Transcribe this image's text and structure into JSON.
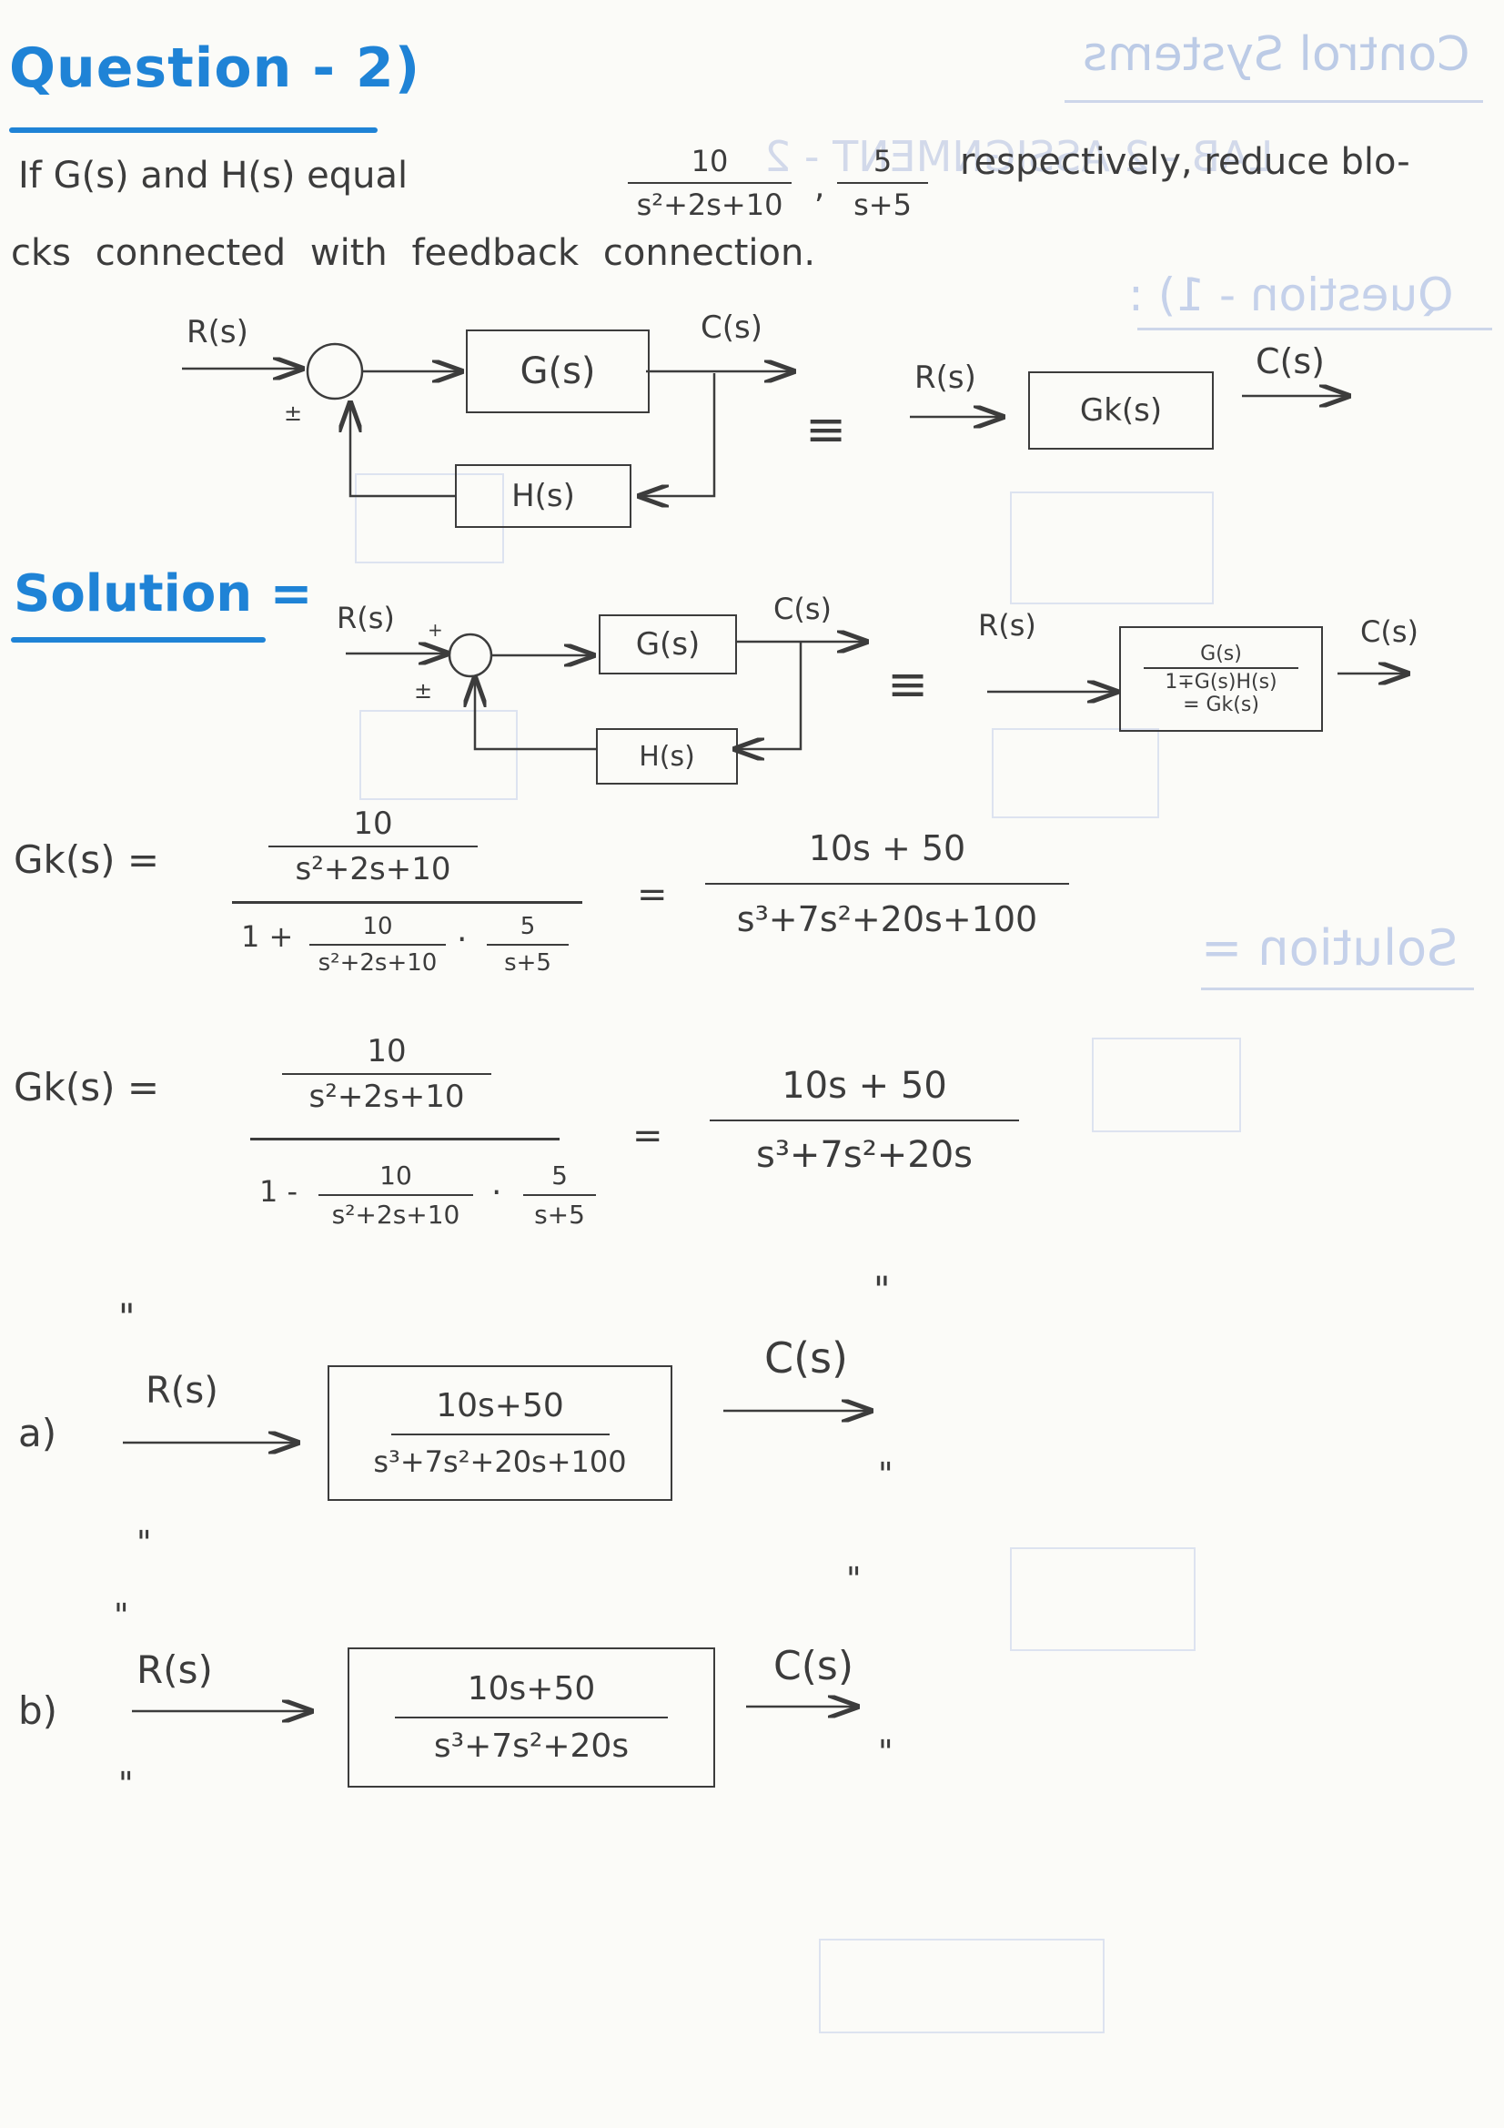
{
  "header": {
    "course_ghost": "Control Systems",
    "ghost_mirror_1": "LAB - 2 ASSIGNMENT - 2",
    "ghost_mirror_2": "Question - 1) :",
    "ghost_mirror_3": "Solution ="
  },
  "question": {
    "title": "Question - 2)",
    "text_prefix": "If G(s) and H(s) equal",
    "g_num": "10",
    "g_den": "s²+2s+10",
    "sep": ",",
    "h_num": "5",
    "h_den": "s+5",
    "text_suffix": "respectively, reduce blo-",
    "text_line2": "cks connected with feedback connection.",
    "diagram": {
      "input": "R(s)",
      "output": "C(s)",
      "sign": "±",
      "forward_block": "G(s)",
      "feedback_block": "H(s)",
      "equals": "≡",
      "eq_input": "R(s)",
      "eq_block": "Gk(s)",
      "eq_output": "C(s)"
    }
  },
  "solution": {
    "title": "Solution =",
    "diagram": {
      "input": "R(s)",
      "plus": "+",
      "sign": "±",
      "output": "C(s)",
      "forward_block": "G(s)",
      "feedback_block": "H(s)",
      "equals": "≡",
      "eq_input": "R(s)",
      "eq_block_num": "G(s)",
      "eq_block_den": "1∓G(s)H(s)",
      "eq_block_eq": "= Gk(s)",
      "eq_output": "C(s)"
    },
    "eq1": {
      "lhs": "Gk(s) =",
      "top_num": "10",
      "top_den": "s²+2s+10",
      "bottom_prefix": "1 +",
      "b_num1": "10",
      "b_den1": "s²+2s+10",
      "dot": "·",
      "b_num2": "5",
      "b_den2": "s+5",
      "equals": "=",
      "result_num": "10s + 50",
      "result_den": "s³+7s²+20s+100"
    },
    "eq2": {
      "lhs": "Gk(s) =",
      "top_num": "10",
      "top_den": "s²+2s+10",
      "bottom_prefix": "1 -",
      "b_num1": "10",
      "b_den1": "s²+2s+10",
      "dot": "·",
      "b_num2": "5",
      "b_den2": "s+5",
      "equals": "=",
      "result_num": "10s + 50",
      "result_den": "s³+7s²+20s"
    },
    "part_a": {
      "label": "a)",
      "input": "R(s)",
      "num": "10s+50",
      "den": "s³+7s²+20s+100",
      "output": "C(s)"
    },
    "part_b": {
      "label": "b)",
      "input": "R(s)",
      "num": "10s+50",
      "den": "s³+7s²+20s",
      "output": "C(s)"
    },
    "ditto": "\""
  }
}
